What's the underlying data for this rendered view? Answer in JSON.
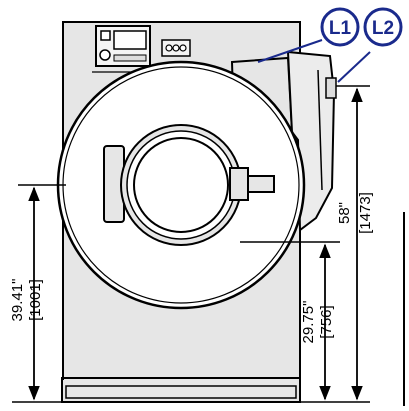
{
  "callouts": {
    "l1": "L1",
    "l2": "L2"
  },
  "dimensions": {
    "overall_height": {
      "inches": "58\"",
      "mm": "[1473]"
    },
    "door_center_height": {
      "inches": "39.41\"",
      "mm": "[1001]"
    },
    "door_bottom_height": {
      "inches": "29.75\"",
      "mm": "[756]"
    }
  },
  "colors": {
    "line": "#000000",
    "cabinet_fill": "#e6e6e6",
    "drum_fill": "#ffffff",
    "callout": "#1a2a8c"
  },
  "icons": {
    "control_panel": "control-panel-icon",
    "door_handle": "door-handle-icon",
    "dimension_arrow": "dimension-arrow-icon"
  }
}
